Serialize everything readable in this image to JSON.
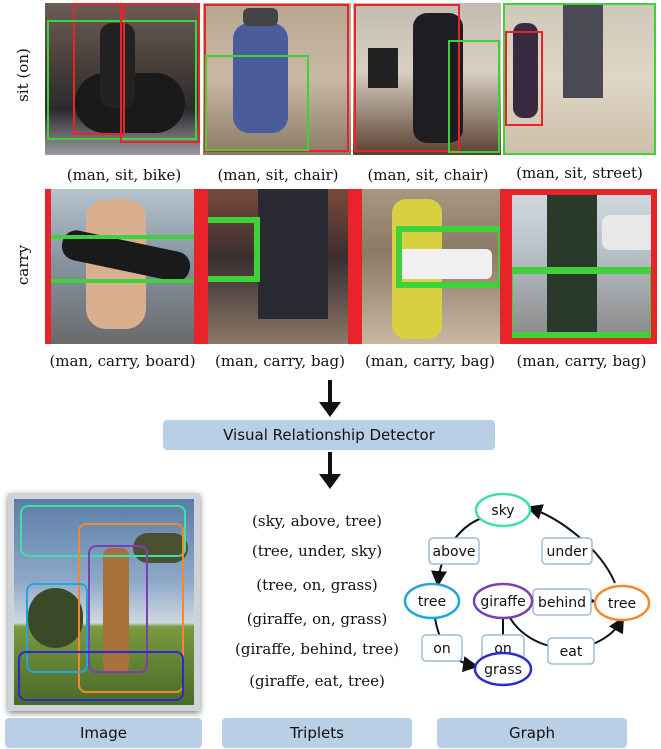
{
  "rows": [
    {
      "label": "sit (on)",
      "captions": [
        "(man, sit, bike)",
        "(man, sit, chair)",
        "(man, sit, chair)",
        "(man, sit, street)"
      ]
    },
    {
      "label": "carry",
      "captions": [
        "(man, carry, board)",
        "(man, carry, bag)",
        "(man, carry, bag)",
        "(man, carry, bag)"
      ]
    }
  ],
  "detector": {
    "label": "Visual Relationship Detector"
  },
  "triplets": [
    "(sky, above, tree)",
    "(tree, under, sky)",
    "(tree, on, grass)",
    "(giraffe, on, grass)",
    "(giraffe, behind, tree)",
    "(giraffe, eat, tree)"
  ],
  "graph": {
    "nodes": {
      "sky": "sky",
      "tree_left": "tree",
      "giraffe": "giraffe",
      "tree_right": "tree",
      "grass": "grass"
    },
    "edges": {
      "above": "above",
      "under": "under",
      "behind": "behind",
      "on_left": "on",
      "on_mid": "on",
      "eat": "eat"
    }
  },
  "panels": {
    "image": "Image",
    "triplets": "Triplets",
    "graph": "Graph"
  },
  "colors": {
    "subject_box": "#e8232a",
    "object_box": "#3fd13a",
    "panel_bg": "#b8cfe6",
    "sky": "#3ee0a8",
    "tree_left": "#1fa6e0",
    "giraffe": "#7a3fb0",
    "tree_right": "#f08a2c",
    "grass": "#2a2ad0"
  }
}
